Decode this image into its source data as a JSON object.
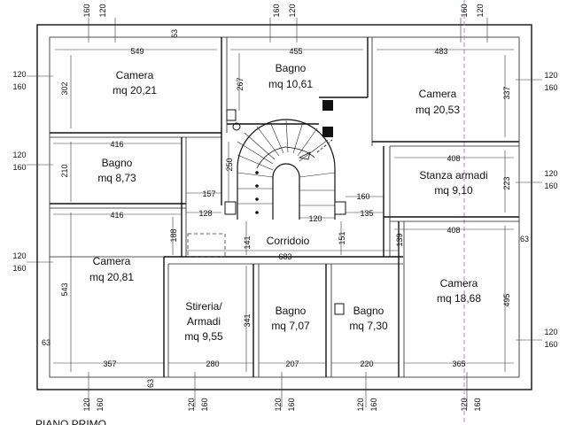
{
  "rooms": {
    "camera_nw": {
      "name": "Camera",
      "area": "mq 20,21"
    },
    "bagno_top": {
      "name": "Bagno",
      "area": "mq 10,61"
    },
    "camera_ne": {
      "name": "Camera",
      "area": "mq 20,53"
    },
    "bagno_w": {
      "name": "Bagno",
      "area": "mq 8,73"
    },
    "stanza_armadi": {
      "name": "Stanza armadi",
      "area": "mq 9,10"
    },
    "corridoio": {
      "name": "Corridoio"
    },
    "camera_sw": {
      "name": "Camera",
      "area": "mq 20,81"
    },
    "stireria": {
      "name1": "Stireria/",
      "name2": "Armadi",
      "area": "mq 9,55"
    },
    "bagno_s1": {
      "name": "Bagno",
      "area": "mq 7,07"
    },
    "bagno_s2": {
      "name": "Bagno",
      "area": "mq 7,30"
    },
    "camera_se": {
      "name": "Camera",
      "area": "mq 18,68"
    }
  },
  "dimensions": {
    "top_549": "549",
    "top_455": "455",
    "top_483": "483",
    "top_63": "63",
    "v_302": "302",
    "v_267": "267",
    "v_337": "337",
    "h_416a": "416",
    "h_416b": "416",
    "h_408a": "408",
    "h_408b": "408",
    "v_210": "210",
    "v_250": "250",
    "v_223": "223",
    "h_157": "157",
    "h_128": "128",
    "h_160": "160",
    "h_135": "135",
    "h_120": "120",
    "v_188": "188",
    "v_141": "141",
    "v_151": "151",
    "v_139": "139",
    "h_683": "683",
    "v_543": "543",
    "v_495": "495",
    "r_63": "63",
    "l_63": "63",
    "b_357": "357",
    "b_280": "280",
    "b_207": "207",
    "b_220": "220",
    "b_365": "365",
    "b_63": "63",
    "v_341": "341"
  },
  "openings": {
    "top_1": [
      "120",
      "160"
    ],
    "top_2": [
      "120",
      "160"
    ],
    "top_3": [
      "120",
      "160"
    ],
    "left_1": [
      "120",
      "160"
    ],
    "left_2": [
      "120",
      "160"
    ],
    "left_3": [
      "120",
      "160"
    ],
    "right_1": [
      "120",
      "160"
    ],
    "right_2": [
      "120",
      "160"
    ],
    "right_3": [
      "120",
      "160"
    ],
    "bottom_1": [
      "120",
      "160"
    ],
    "bottom_2": [
      "120",
      "160"
    ],
    "bottom_3": [
      "120",
      "160"
    ],
    "bottom_4": [
      "120",
      "160"
    ],
    "bottom_5": [
      "120",
      "160"
    ]
  },
  "caption": "PIANO PRIMO",
  "colors": {
    "lines": "#111111",
    "guide": "#c77dc7",
    "background": "#ffffff"
  }
}
